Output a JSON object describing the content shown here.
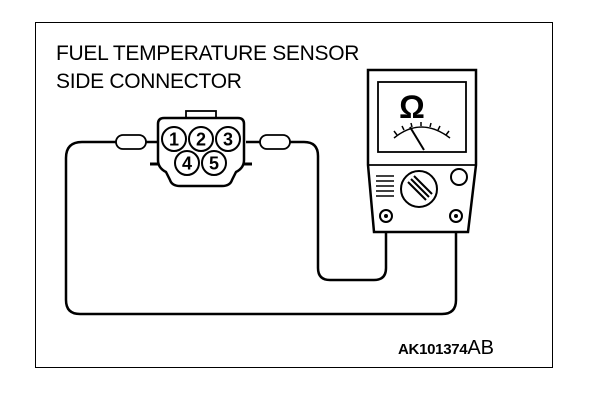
{
  "diagram": {
    "title_lines": [
      "FUEL TEMPERATURE SENSOR",
      "SIDE CONNECTOR"
    ],
    "connector_pins": [
      "1",
      "2",
      "3",
      "4",
      "5"
    ],
    "meter_symbol": "Ω",
    "figure_code": "AK101374",
    "figure_suffix": "AB",
    "meter_icon": "ohmmeter-icon",
    "line_color": "#000000",
    "background_color": "#ffffff"
  }
}
